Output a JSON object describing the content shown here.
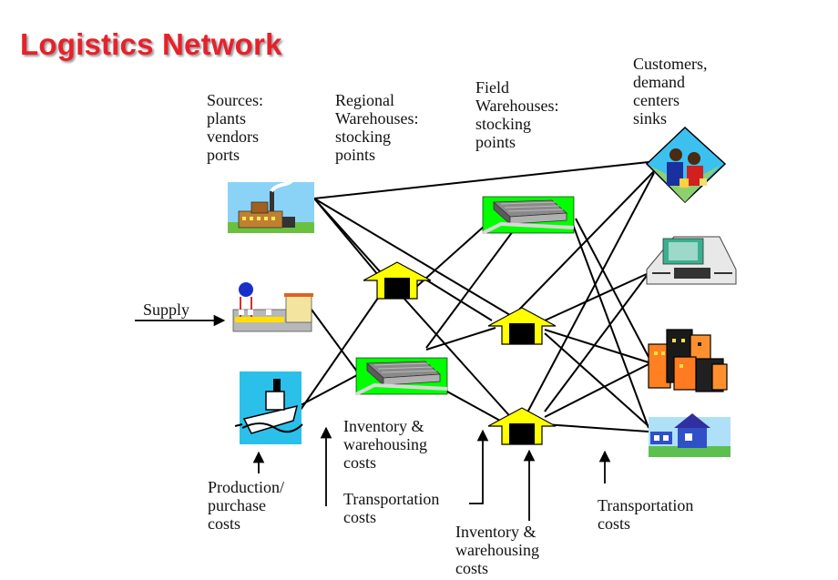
{
  "title": "Logistics Network",
  "labels": {
    "sources": "Sources:\nplants\nvendors\nports",
    "regional": "Regional\nWarehouses:\nstocking\npoints",
    "field": "Field\nWarehouses:\nstocking\npoints",
    "customers": "Customers,\ndemand\ncenters\nsinks",
    "supply": "Supply",
    "production_costs": "Production/\npurchase\ncosts",
    "inventory_costs_1": "Inventory &\nwarehousing\ncosts",
    "transport_costs_1": "Transportation\ncosts",
    "inventory_costs_2": "Inventory &\nwarehousing\ncosts",
    "transport_costs_2": "Transportation\ncosts"
  },
  "icons": {
    "factory": "factory-icon",
    "water_tower_plant": "plant-icon",
    "ship": "ship-port-icon",
    "warehouse_building": "warehouse-building-icon",
    "warehouse_arrow": "warehouse-arrow-icon",
    "people": "customers-people-icon",
    "store": "store-building-icon",
    "city": "city-buildings-icon",
    "house": "house-icon"
  },
  "colors": {
    "title": "#e8202a",
    "warehouse_arrow_fill": "#ffff00",
    "warehouse_pad": "#00ff00"
  }
}
